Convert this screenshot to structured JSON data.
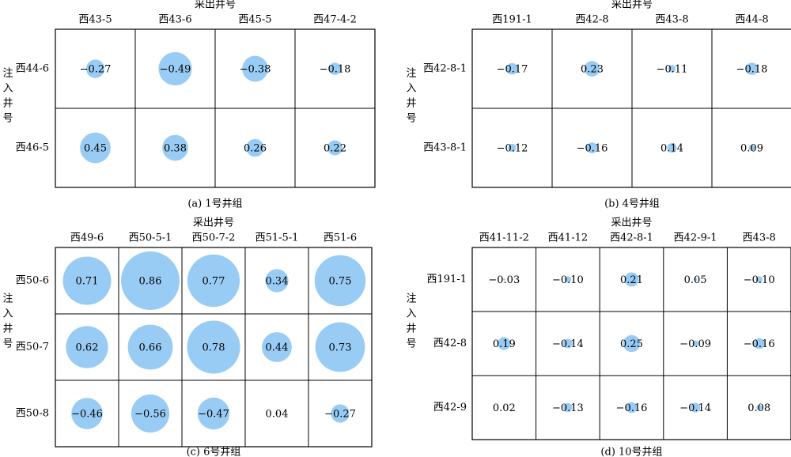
{
  "chart_data": [
    {
      "type": "bubble-matrix",
      "caption": "(a) 1号井组",
      "xlabel": "采出井号",
      "ylabel": "注入井号",
      "columns": [
        "西43-5",
        "西43-6",
        "西45-5",
        "西47-4-2"
      ],
      "rows": [
        "西44-6",
        "西46-5"
      ],
      "values": [
        [
          -0.27,
          -0.49,
          -0.38,
          -0.18
        ],
        [
          0.45,
          0.38,
          0.26,
          0.22
        ]
      ],
      "value_labels": [
        [
          "−0.27",
          "−0.49",
          "−0.38",
          "−0.18"
        ],
        [
          "0.45",
          "0.38",
          "0.26",
          "0.22"
        ]
      ]
    },
    {
      "type": "bubble-matrix",
      "caption": "(b) 4号井组",
      "xlabel": "采出井号",
      "ylabel": "注入井号",
      "columns": [
        "西191-1",
        "西42-8",
        "西43-8",
        "西44-8"
      ],
      "rows": [
        "西42-8-1",
        "西43-8-1"
      ],
      "values": [
        [
          -0.17,
          0.23,
          -0.11,
          -0.18
        ],
        [
          -0.12,
          -0.16,
          0.14,
          0.09
        ]
      ],
      "value_labels": [
        [
          "−0.17",
          "0.23",
          "−0.11",
          "−0.18"
        ],
        [
          "−0.12",
          "−0.16",
          "0.14",
          "0.09"
        ]
      ]
    },
    {
      "type": "bubble-matrix",
      "caption": "(c) 6号井组",
      "xlabel": "采出井号",
      "ylabel": "注入井号",
      "columns": [
        "西49-6",
        "西50-5-1",
        "西50-7-2",
        "西51-5-1",
        "西51-6"
      ],
      "rows": [
        "西50-6",
        "西50-7",
        "西50-8"
      ],
      "values": [
        [
          0.71,
          0.86,
          0.77,
          0.34,
          0.75
        ],
        [
          0.62,
          0.66,
          0.78,
          0.44,
          0.73
        ],
        [
          -0.46,
          -0.56,
          -0.47,
          0.04,
          -0.27
        ]
      ],
      "value_labels": [
        [
          "0.71",
          "0.86",
          "0.77",
          "0.34",
          "0.75"
        ],
        [
          "0.62",
          "0.66",
          "0.78",
          "0.44",
          "0.73"
        ],
        [
          "−0.46",
          "−0.56",
          "−0.47",
          "0.04",
          "−0.27"
        ]
      ]
    },
    {
      "type": "bubble-matrix",
      "caption": "(d) 10号井组",
      "xlabel": "采出井号",
      "ylabel": "注入井号",
      "columns": [
        "西41-11-2",
        "西41-12",
        "西42-8-1",
        "西42-9-1",
        "西43-8"
      ],
      "rows": [
        "西191-1",
        "西42-8",
        "西42-9"
      ],
      "values": [
        [
          -0.03,
          -0.1,
          0.21,
          0.05,
          -0.1
        ],
        [
          0.19,
          -0.14,
          0.25,
          -0.09,
          -0.16
        ],
        [
          0.02,
          -0.13,
          -0.16,
          -0.14,
          0.08
        ]
      ],
      "value_labels": [
        [
          "−0.03",
          "−0.10",
          "0.21",
          "0.05",
          "−0.10"
        ],
        [
          "0.19",
          "−0.14",
          "0.25",
          "−0.09",
          "−0.16"
        ],
        [
          "0.02",
          "−0.13",
          "−0.16",
          "−0.14",
          "0.08"
        ]
      ]
    }
  ],
  "colors": {
    "bubble": "#99ccf5",
    "border": "#000000"
  }
}
